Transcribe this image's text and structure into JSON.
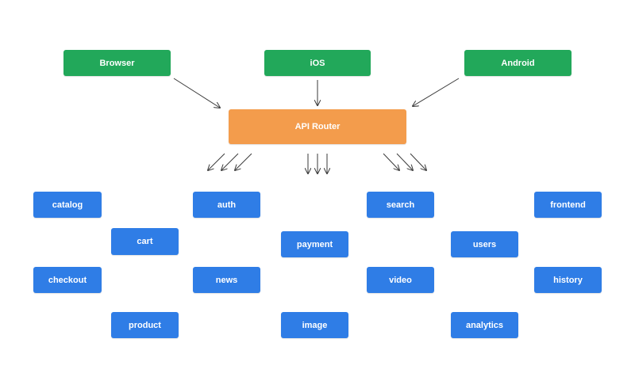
{
  "colors": {
    "client": "#22a85a",
    "router": "#f39c4c",
    "service": "#2f7de6",
    "arrow": "#3a3a3a"
  },
  "clients": [
    {
      "label": "Browser"
    },
    {
      "label": "iOS"
    },
    {
      "label": "Android"
    }
  ],
  "router": {
    "label": "API Router"
  },
  "services": [
    {
      "label": "catalog"
    },
    {
      "label": "auth"
    },
    {
      "label": "search"
    },
    {
      "label": "frontend"
    },
    {
      "label": "cart"
    },
    {
      "label": "payment"
    },
    {
      "label": "users"
    },
    {
      "label": "checkout"
    },
    {
      "label": "news"
    },
    {
      "label": "video"
    },
    {
      "label": "history"
    },
    {
      "label": "product"
    },
    {
      "label": "image"
    },
    {
      "label": "analytics"
    }
  ]
}
